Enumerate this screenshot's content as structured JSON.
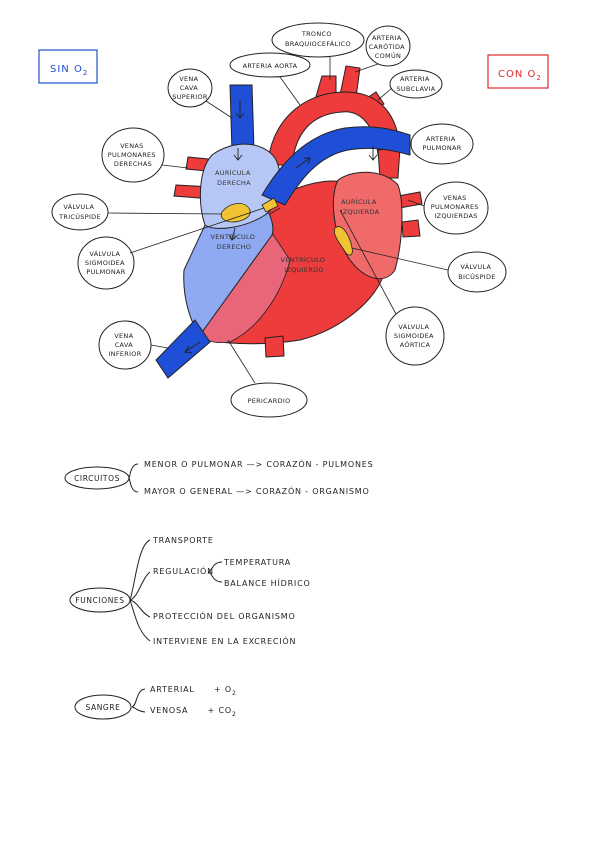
{
  "legend": {
    "no_oxygen": {
      "label": "SIN O",
      "sub": "2",
      "color": "#1f4fd6"
    },
    "with_oxygen": {
      "label": "CON O",
      "sub": "2",
      "color": "#e02a2a"
    }
  },
  "colors": {
    "oxygen_rich": "#ee3b3b",
    "oxygen_rich_light": "#f06a6a",
    "oxygen_poor": "#1f4fd6",
    "oxygen_poor_light": "#8faaf2",
    "valve": "#f1c232"
  },
  "heart_labels": {
    "vena_cava_superior": [
      "VENA",
      "CAVA",
      "SUPERIOR"
    ],
    "arteria_aorta": [
      "ARTERIA AORTA"
    ],
    "tronco": [
      "TRONCO",
      "BRAQUIOCEFÁLICO"
    ],
    "carotida": [
      "ARTERIA",
      "CARÓTIDA",
      "COMÚN"
    ],
    "subclavia": [
      "ARTERIA",
      "SUBCLAVIA"
    ],
    "venas_derechas": [
      "VENAS",
      "PULMONARES",
      "DERECHAS"
    ],
    "arteria_pulmonar": [
      "ARTERIA",
      "PULMONAR"
    ],
    "valvula_tricuspide": [
      "VÁLVULA",
      "TRICÚSPIDE"
    ],
    "venas_izquierdas": [
      "VENAS",
      "PULMONARES",
      "IZQUIERDAS"
    ],
    "valvula_sigmoidea_pulmonar": [
      "VÁLVULA",
      "SIGMOIDEA",
      "PULMONAR"
    ],
    "valvula_bicuspide": [
      "VÁLVULA",
      "BICÚSPIDE"
    ],
    "vena_cava_inferior": [
      "VENA",
      "CAVA",
      "INFERIOR"
    ],
    "valvula_sigmoidea_aortica": [
      "VÁLVULA",
      "SIGMOIDEA",
      "AÓRTICA"
    ],
    "pericardio": [
      "PERICARDIO"
    ]
  },
  "chamber_labels": {
    "auricula_derecha": [
      "AURÍCULA",
      "DERECHA"
    ],
    "ventriculo_derecho": [
      "VENTRÍCULO",
      "DERECHO"
    ],
    "auricula_izquierda": [
      "AURÍCULA",
      "IZQUIERDA"
    ],
    "ventriculo_izquierdo": [
      "VENTRÍCULO",
      "IZQUIERDO"
    ]
  },
  "circuitos": {
    "node": "CIRCUITOS",
    "items": [
      "MENOR O PULMONAR —> CORAZÓN - PULMONES",
      "MAYOR O GENERAL —> CORAZÓN - ORGANISMO"
    ]
  },
  "funciones": {
    "node": "FUNCIONES",
    "transporte": "TRANSPORTE",
    "regulacion": "REGULACIÓN",
    "regulacion_items": [
      "TEMPERATURA",
      "BALANCE HÍDRICO"
    ],
    "proteccion": "PROTECCIÓN DEL ORGANISMO",
    "excrecion": "INTERVIENE EN LA EXCRECIÓN"
  },
  "sangre": {
    "node": "SANGRE",
    "items": [
      {
        "label": "ARTERIAL",
        "gas": "+ O",
        "sub": "2"
      },
      {
        "label": "VENOSA",
        "gas": "+ CO",
        "sub": "2"
      }
    ]
  }
}
